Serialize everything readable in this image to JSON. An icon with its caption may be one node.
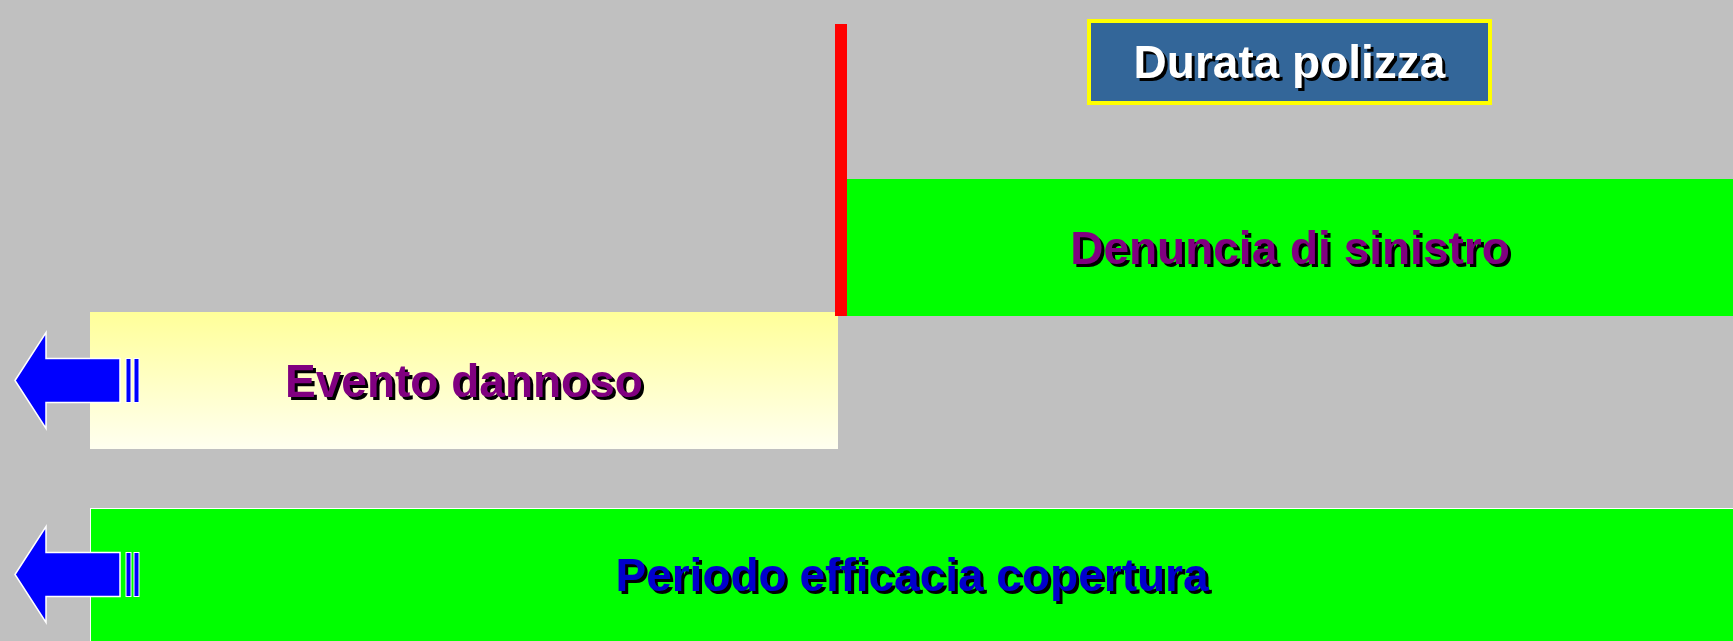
{
  "diagram": {
    "nodes": [
      {
        "text": [
          "Durata polizza"
        ]
      },
      {
        "text": [
          "Denuncia di sinistro"
        ]
      },
      {
        "text": [
          "Evento dannoso"
        ]
      },
      {
        "text": [
          "Periodo efficacia copertura"
        ]
      }
    ]
  }
}
